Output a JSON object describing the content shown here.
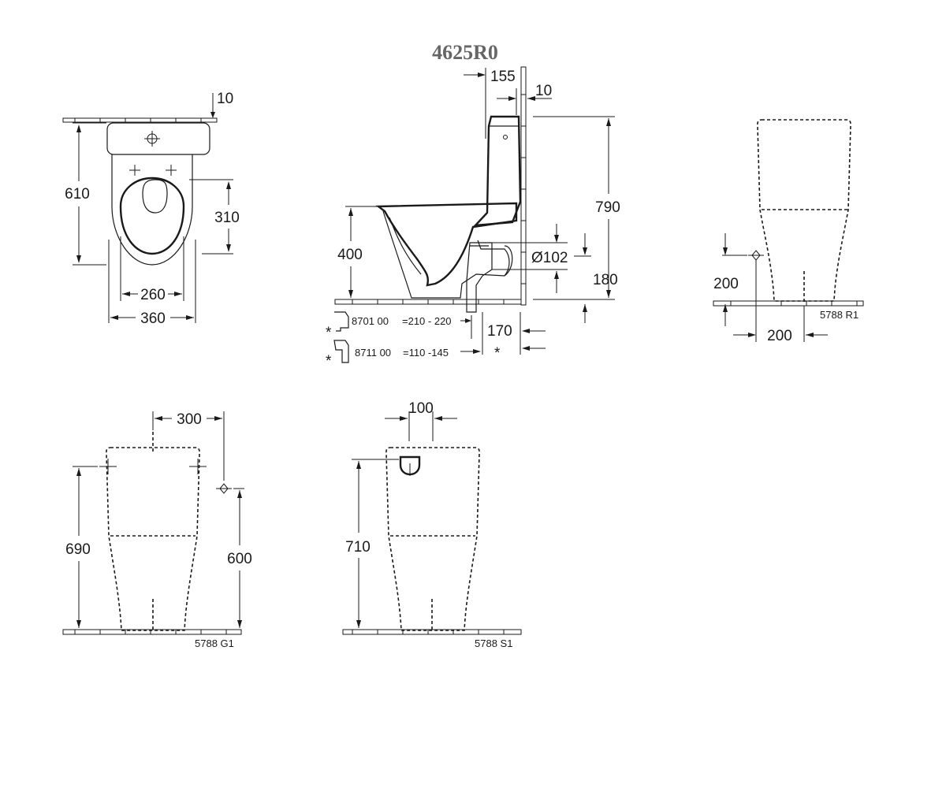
{
  "title": "4625R0",
  "top_view": {
    "dims": {
      "wall_gap": "10",
      "depth": "610",
      "seat_offset": "310",
      "inner_width": "260",
      "outer_width": "360"
    }
  },
  "side_view": {
    "dims": {
      "cistern_offset": "155",
      "wall_gap": "10",
      "total_height": "790",
      "seat_height": "400",
      "outlet_diameter": "Ø102",
      "outlet_height": "180",
      "outlet_depth": "170",
      "asterisk": "*"
    },
    "connectors": [
      {
        "star": "*",
        "code": "8701 00",
        "range": "=210 - 220"
      },
      {
        "star": "*",
        "code": "8711 00",
        "range": "=110 -145"
      }
    ]
  },
  "view_r1": {
    "label": "5788 R1",
    "dims": {
      "inlet_height": "200",
      "inlet_offset": "200"
    }
  },
  "view_g1": {
    "label": "5788 G1",
    "dims": {
      "width": "300",
      "height_left": "690",
      "height_right": "600"
    }
  },
  "view_s1": {
    "label": "5788 S1",
    "dims": {
      "width": "100",
      "height": "710"
    }
  }
}
